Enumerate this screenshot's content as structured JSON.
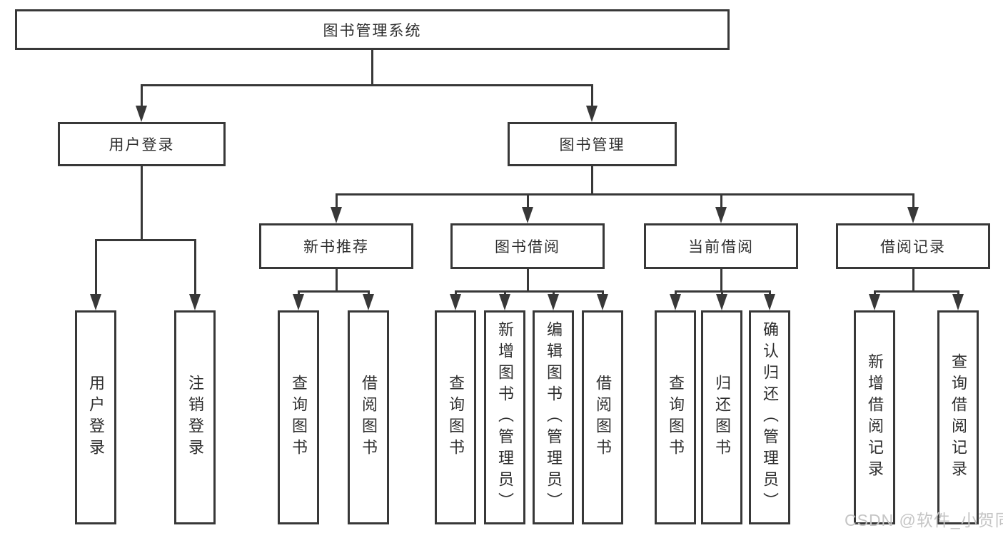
{
  "nodes": {
    "root": "图书管理系统",
    "user_login": "用户登录",
    "book_management": "图书管理",
    "new_book_recommend": "新书推荐",
    "book_borrow": "图书借阅",
    "current_borrow": "当前借阅",
    "borrow_records": "借阅记录"
  },
  "leaves": {
    "user_login": [
      "用户登录",
      "注销登录"
    ],
    "new_book_recommend": [
      "查询图书",
      "借阅图书"
    ],
    "book_borrow": [
      "查询图书",
      "新增图书（管理员）",
      "编辑图书（管理员）",
      "借阅图书"
    ],
    "current_borrow": [
      "查询图书",
      "归还图书",
      "确认归还（管理员）"
    ],
    "borrow_records": [
      "新增借阅记录",
      "查询借阅记录"
    ]
  },
  "watermark": "CSDN @软件_小贺同学",
  "colors": {
    "line": "#383838",
    "text": "#2e2e2e",
    "watermark": "#c5c5c5",
    "background": "#ffffff"
  }
}
